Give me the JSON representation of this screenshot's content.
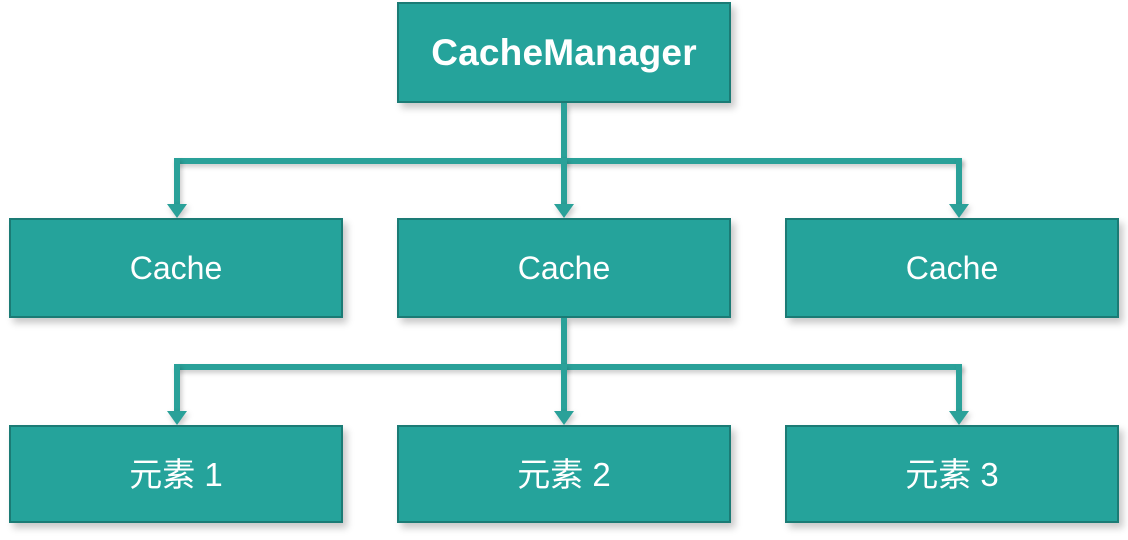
{
  "diagram": {
    "title_text": "CacheManager",
    "levels": [
      {
        "name": "manager-level",
        "nodes": [
          {
            "id": "cache-manager",
            "label": "CacheManager"
          }
        ]
      },
      {
        "name": "cache-level",
        "nodes": [
          {
            "id": "cache-1",
            "label": "Cache"
          },
          {
            "id": "cache-2",
            "label": "Cache"
          },
          {
            "id": "cache-3",
            "label": "Cache"
          }
        ]
      },
      {
        "name": "element-level",
        "nodes": [
          {
            "id": "element-1",
            "label": "元素 1"
          },
          {
            "id": "element-2",
            "label": "元素 2"
          },
          {
            "id": "element-3",
            "label": "元素 3"
          }
        ]
      }
    ],
    "colors": {
      "node_fill": "#25A39B",
      "node_border": "#1B7B75",
      "connector": "#2AA199",
      "label_text": "#FFFFFF",
      "canvas_background": "#FFFFFF"
    },
    "connectors": [
      {
        "from": "cache-manager",
        "to": "cache-1",
        "style": "elbow-arrow"
      },
      {
        "from": "cache-manager",
        "to": "cache-2",
        "style": "straight-arrow"
      },
      {
        "from": "cache-manager",
        "to": "cache-3",
        "style": "elbow-arrow"
      },
      {
        "from": "cache-2",
        "to": "element-1",
        "style": "elbow-arrow"
      },
      {
        "from": "cache-2",
        "to": "element-2",
        "style": "straight-arrow"
      },
      {
        "from": "cache-2",
        "to": "element-3",
        "style": "elbow-arrow"
      }
    ]
  }
}
